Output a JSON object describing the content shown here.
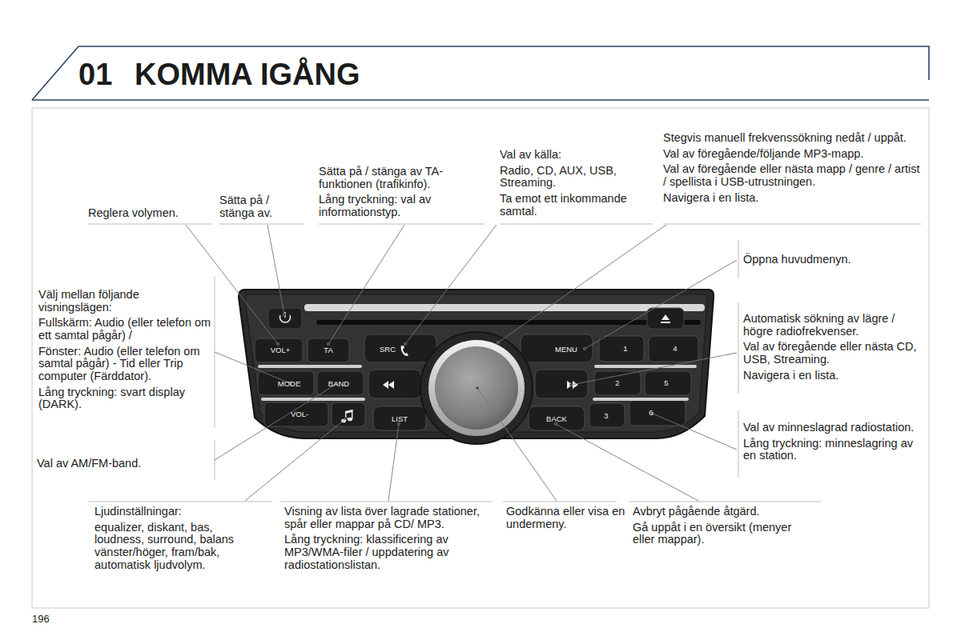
{
  "diagram": {
    "title": "KOMMA IGÅNG",
    "labels": [
      "01",
      "Reglera volymen.",
      "Sätta på / stänga av.",
      "Sätta på / stänga av TA-funktionen (trafikinfo).",
      "Lång tryckning: val av informationstyp.",
      "Val av källa:",
      "Radio, CD, AUX, USB, Streaming.",
      "Ta emot ett inkommande samtal.",
      "Stegvis manuell frekvenssökning nedåt / uppåt.",
      "Val av föregående/följande MP3-mapp.",
      "Val av föregående eller nästa mapp / genre / artist / spellista i USB-utrustningen.",
      "Navigera i en lista.",
      "Öppna huvudmenyn.",
      "Välj mellan följande visningslägen:",
      "Fullskärm: Audio (eller telefon om ett samtal pågår) /",
      "Fönster: Audio (eller telefon om samtal pågår) - Tid eller Trip computer (Färddator).",
      "Lång tryckning: svart display (DARK).",
      "Automatisk sökning av lägre / högre radiofrekvenser.",
      "Val av föregående eller nästa CD, USB, Streaming.",
      "Navigera i en lista.",
      "Val av AM/FM-band.",
      "Val av minneslagrad radiostation.",
      "Lång tryckning: minneslagring av en station.",
      "Ljudinställningar:",
      "equalizer, diskant, bas, loudness, surround, balans vänster/höger, fram/bak, automatisk ljudvolym.",
      "Visning av lista över lagrade stationer, spår eller mappar på CD/ MP3.",
      "Lång tryckning: klassificering av MP3/WMA-filer / uppdatering av radiostationslistan.",
      "Godkänna eller visa en undermeny.",
      "Avbryt pågående åtgärd.",
      "Gå uppåt i en översikt (menyer eller mappar).",
      "196",
      "VOL+",
      "TA",
      "SRC",
      "MENU",
      "1",
      "4",
      "MODE",
      "BAND",
      "2",
      "5",
      "VOL-",
      "LIST",
      "BACK",
      "3",
      "6"
    ]
  }
}
